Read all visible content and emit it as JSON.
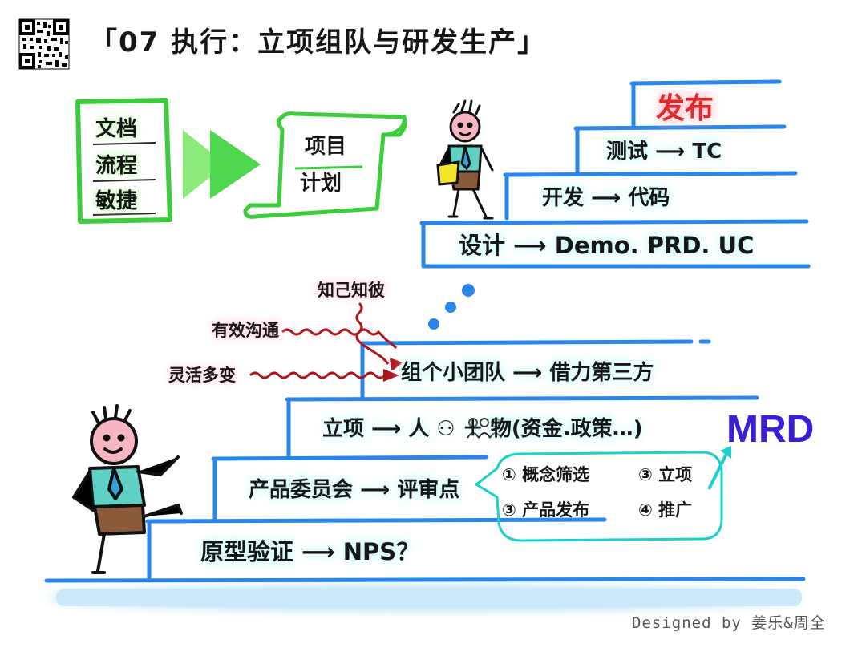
{
  "title": "「07 执行：立项组队与研发生产」",
  "left_box": [
    "文档",
    "流程",
    "敏捷"
  ],
  "scroll": [
    "项目",
    "计划"
  ],
  "upper_steps": {
    "release": "发布",
    "test": "测试 ⟶ TC",
    "dev": "开发 ⟶ 代码",
    "design": "设计 ⟶ Demo. PRD. UC"
  },
  "lower_steps": {
    "team": "组个小团队 ⟶ 借力第三方",
    "project": "立项 ⟶ 人 ⚇ ＋ 物(资金.政策…)",
    "committee": "产品委员会 ⟶ 评审点",
    "prototype": "原型验证 ⟶ NPS？"
  },
  "review_points": [
    "① 概念筛选",
    "③ 立项",
    "③ 产品发布",
    "④ 推广"
  ],
  "side_notes": [
    "知己知彼",
    "有效沟通",
    "灵活多变"
  ],
  "mrd": "MRD",
  "credit": "Designed by 姜乐&周全",
  "colors": {
    "stair": "#2a86ea",
    "green": "#3ccd3c",
    "wave": "#b0151a",
    "mrd": "#3a1fd8",
    "cyan": "#19d0cc",
    "ground": "#bfe3f8"
  },
  "icons": [
    "qr-code-icon",
    "arrow-right-icon",
    "scroll-icon",
    "stick-figure-icon",
    "people-icon"
  ]
}
